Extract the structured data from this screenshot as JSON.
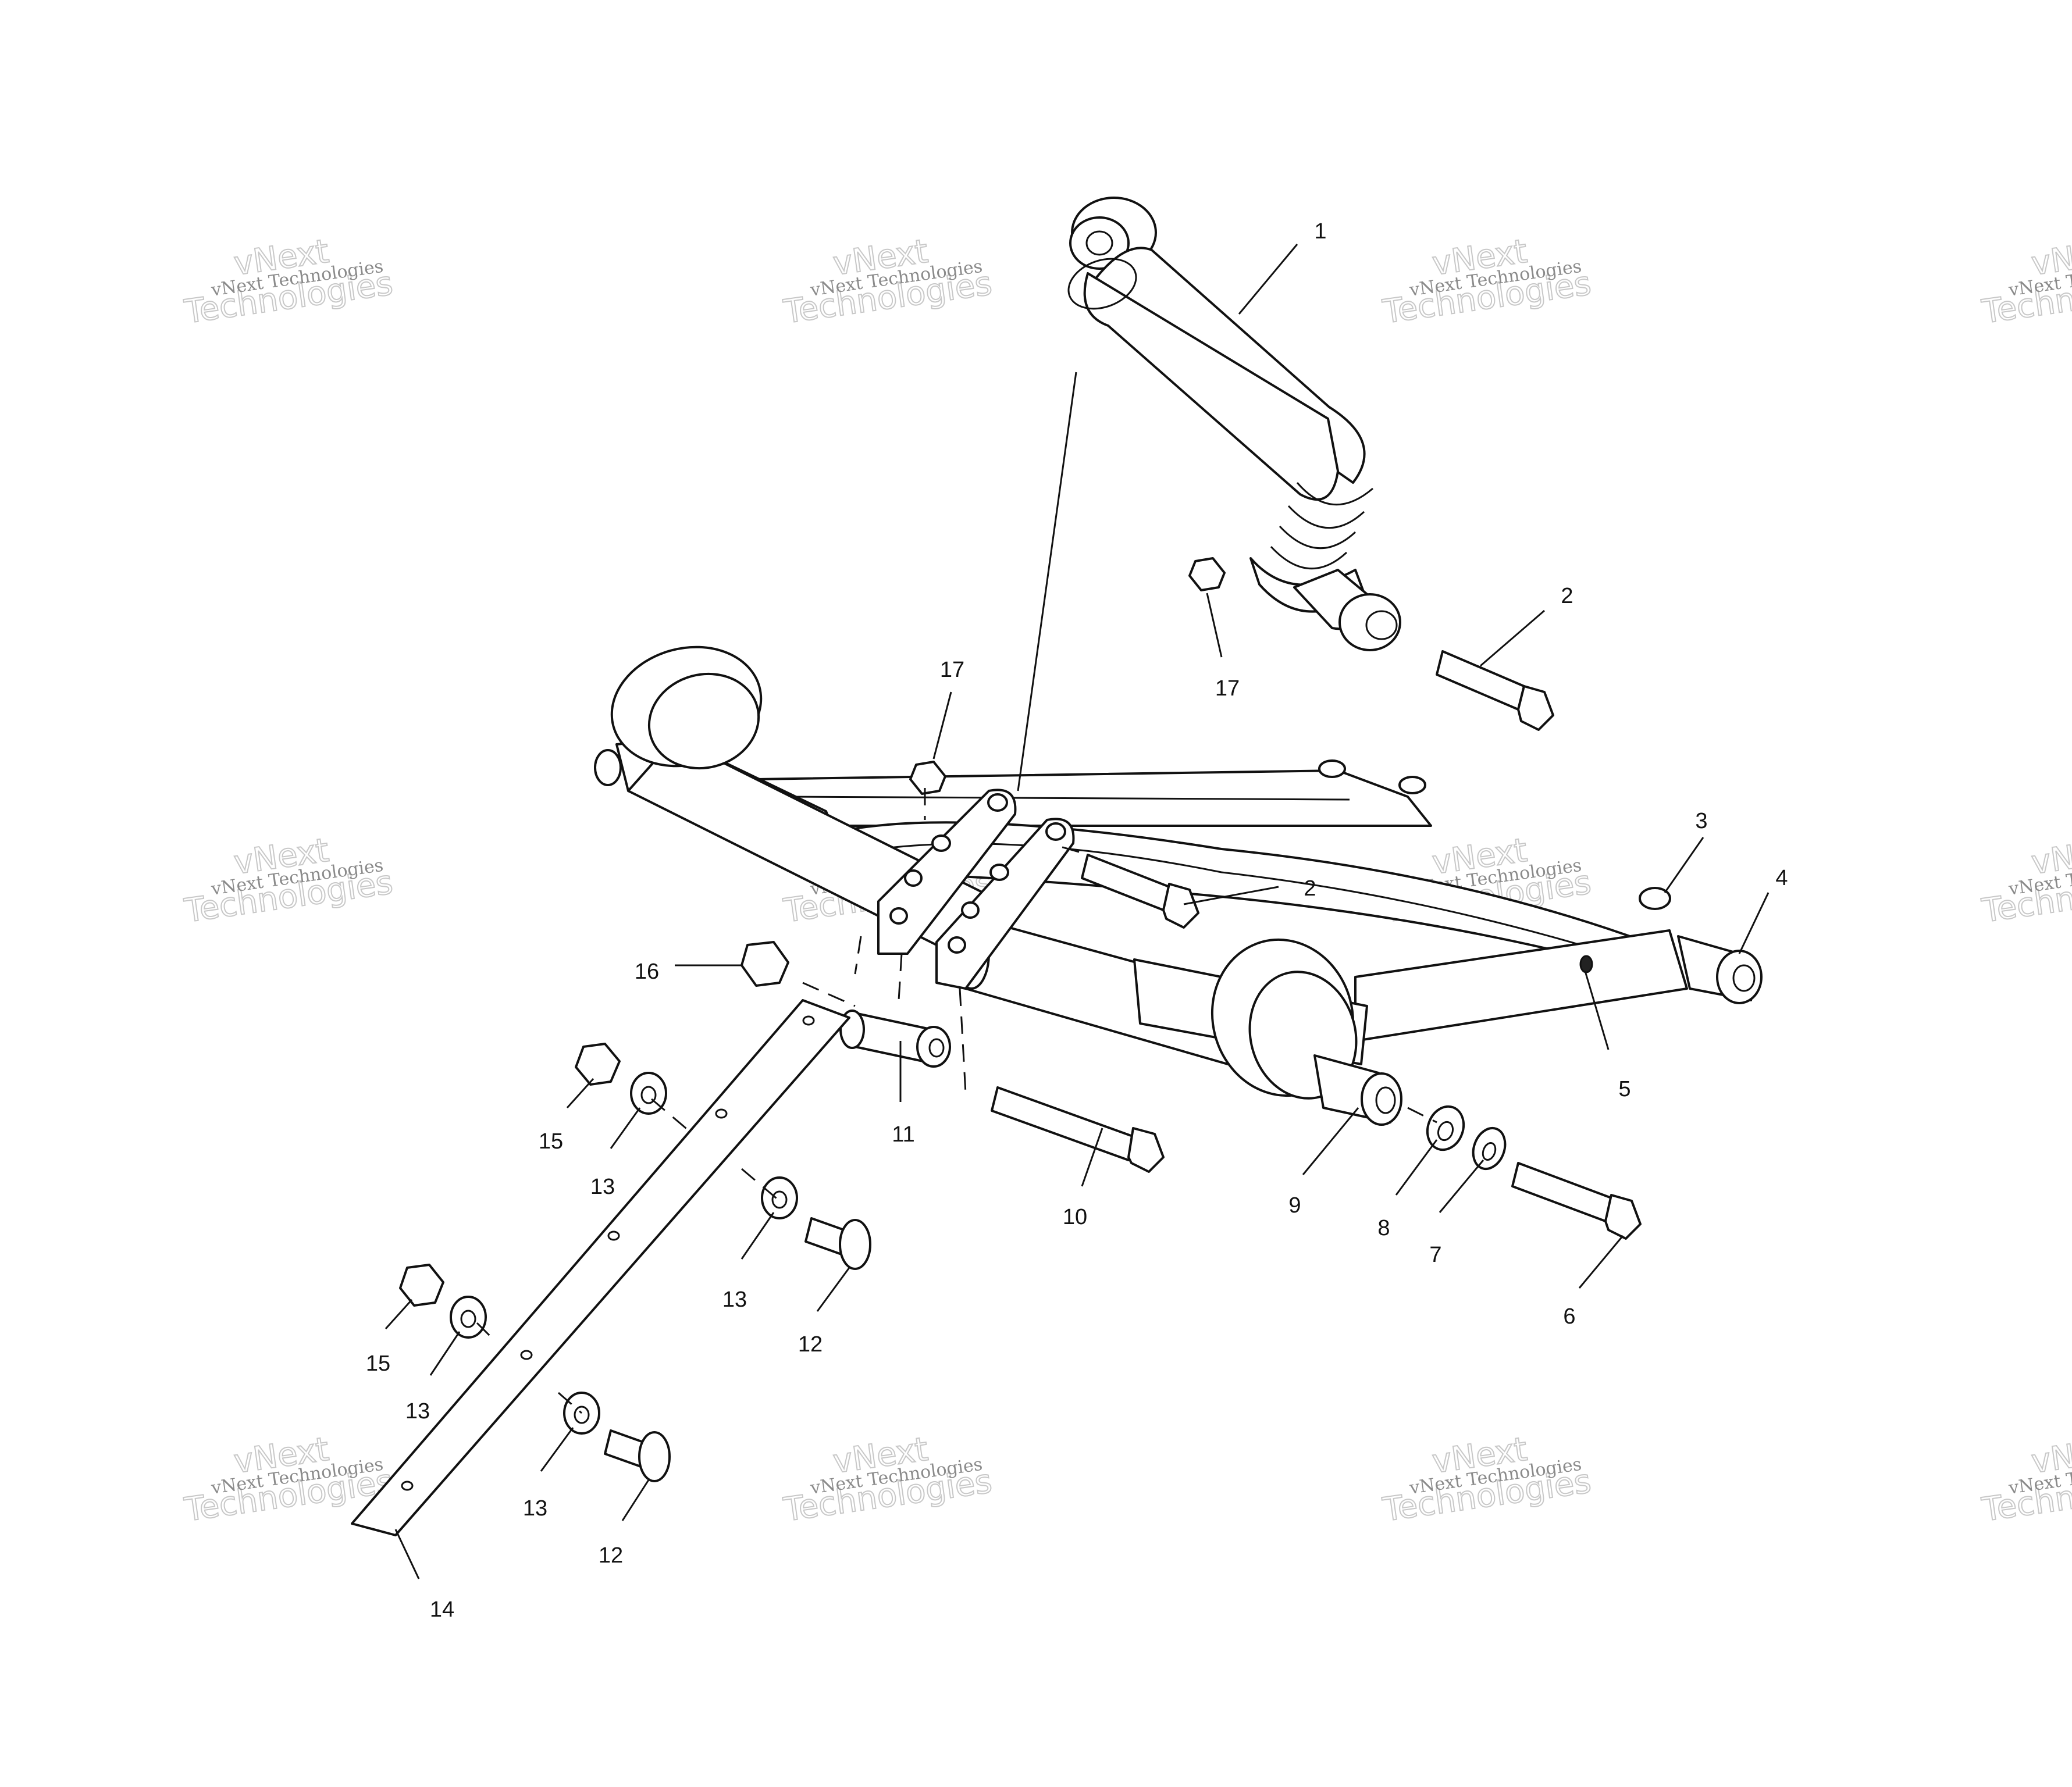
{
  "watermark": {
    "line_small": "vNext Technologies",
    "line_big_1": "vNext",
    "line_big_2": "Technologies"
  },
  "callouts": [
    {
      "id": "c1",
      "text": "1"
    },
    {
      "id": "c2a",
      "text": "2"
    },
    {
      "id": "c2b",
      "text": "2"
    },
    {
      "id": "c3",
      "text": "3"
    },
    {
      "id": "c4",
      "text": "4"
    },
    {
      "id": "c5",
      "text": "5"
    },
    {
      "id": "c6",
      "text": "6"
    },
    {
      "id": "c7",
      "text": "7"
    },
    {
      "id": "c8",
      "text": "8"
    },
    {
      "id": "c9",
      "text": "9"
    },
    {
      "id": "c10",
      "text": "10"
    },
    {
      "id": "c11",
      "text": "11"
    },
    {
      "id": "c12a",
      "text": "12"
    },
    {
      "id": "c12b",
      "text": "12"
    },
    {
      "id": "c13a",
      "text": "13"
    },
    {
      "id": "c13b",
      "text": "13"
    },
    {
      "id": "c13c",
      "text": "13"
    },
    {
      "id": "c13d",
      "text": "13"
    },
    {
      "id": "c14",
      "text": "14"
    },
    {
      "id": "c15a",
      "text": "15"
    },
    {
      "id": "c15b",
      "text": "15"
    },
    {
      "id": "c16",
      "text": "16"
    },
    {
      "id": "c17a",
      "text": "17"
    },
    {
      "id": "c17b",
      "text": "17"
    }
  ]
}
